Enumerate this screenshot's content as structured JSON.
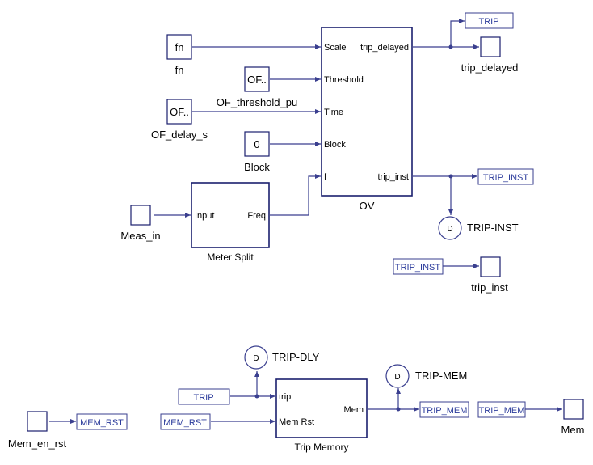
{
  "blocks": {
    "fn": {
      "inner": "fn",
      "label": "fn"
    },
    "threshold": {
      "inner": "OF..",
      "label": "OF_threshold_pu"
    },
    "delay": {
      "inner": "OF..",
      "label": "OF_delay_s"
    },
    "block_const": {
      "inner": "0",
      "label": "Block"
    },
    "meas_in": {
      "label": "Meas_in"
    },
    "meter_split": {
      "label": "Meter Split",
      "port_in": "Input",
      "port_out": "Freq"
    },
    "ov": {
      "label": "OV",
      "in_ports": [
        "Scale",
        "Threshold",
        "Time",
        "Block",
        "f"
      ],
      "out_ports": [
        "trip_delayed",
        "trip_inst"
      ]
    },
    "trip_delayed_out": {
      "label": "trip_delayed"
    },
    "trip_inst_out": {
      "label": "trip_inst"
    },
    "mem_en_rst": {
      "label": "Mem_en_rst"
    },
    "trip_memory": {
      "label": "Trip Memory",
      "in_ports": [
        "trip",
        "Mem Rst"
      ],
      "out_port": "Mem"
    },
    "mem_out": {
      "label": "Mem"
    }
  },
  "tags": {
    "trip_goto": "TRIP",
    "trip_inst_goto": "TRIP_INST",
    "trip_inst_from": "TRIP_INST",
    "mem_rst_goto": "MEM_RST",
    "trip_from": "TRIP",
    "mem_rst_from": "MEM_RST",
    "trip_mem_goto": "TRIP_MEM",
    "trip_mem_from": "TRIP_MEM"
  },
  "scopes": {
    "trip_inst": {
      "icon": "D",
      "label": "TRIP-INST"
    },
    "trip_dly": {
      "icon": "D",
      "label": "TRIP-DLY"
    },
    "trip_mem": {
      "icon": "D",
      "label": "TRIP-MEM"
    }
  }
}
